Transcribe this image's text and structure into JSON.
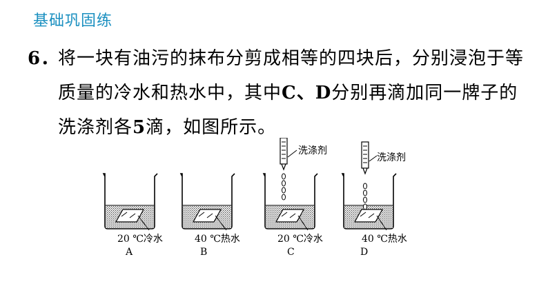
{
  "header": {
    "title": "基础巩固练"
  },
  "question": {
    "number": "6．",
    "line1": "将一块有油污的抹布分剪成相等的四块后，分别浸泡于等",
    "line2_a": "质量的冷水和热水中，其中",
    "line2_b": "C、D",
    "line2_c": "分别再滴加同一牌子的",
    "line3_a": "洗涤剂各",
    "line3_b": "5",
    "line3_c": "滴，如图所示。"
  },
  "figure": {
    "beakers": [
      {
        "label": "20 ℃冷水",
        "letter": "A",
        "has_dropper": false
      },
      {
        "label": "40 ℃热水",
        "letter": "B",
        "has_dropper": false
      },
      {
        "label": "20 ℃冷水",
        "letter": "C",
        "has_dropper": true,
        "dropper_label": "洗涤剂"
      },
      {
        "label": "40 ℃热水",
        "letter": "D",
        "has_dropper": true,
        "dropper_label": "洗涤剂"
      }
    ]
  }
}
